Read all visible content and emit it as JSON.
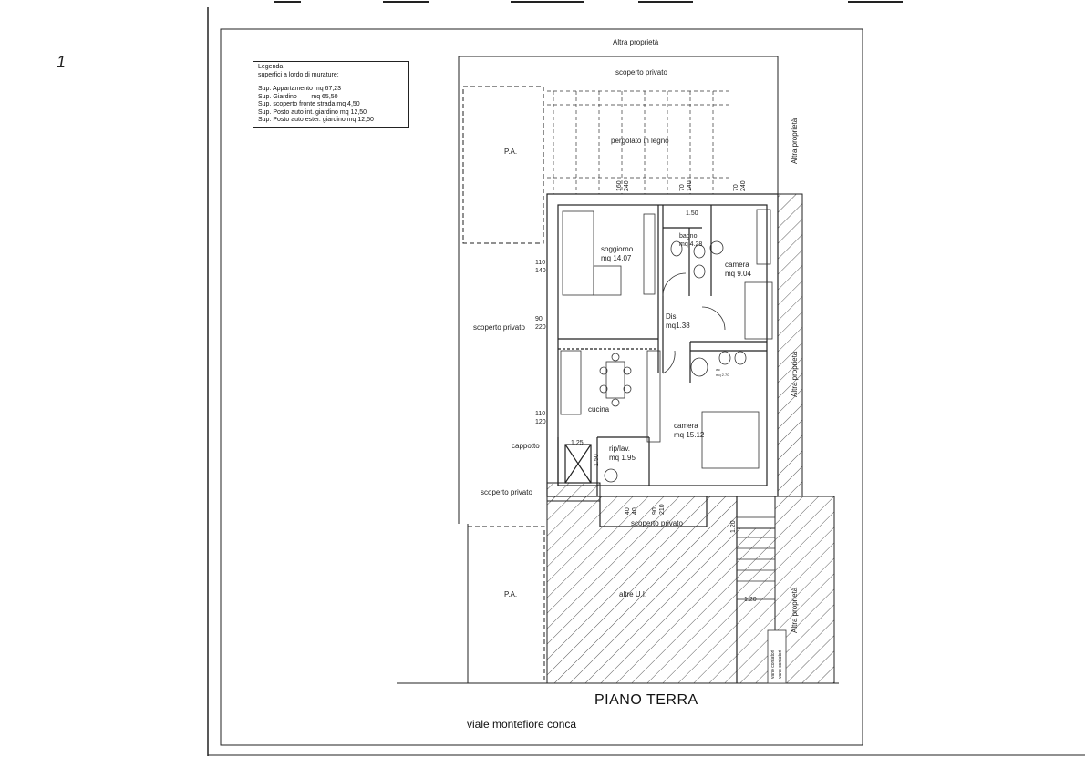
{
  "legend": {
    "title": "Legenda",
    "subtitle": "superfici a lordo di murature:",
    "items": [
      "Sup. Appartamento mq 67,23",
      "Sup. Giardino        mq 65,50",
      "Sup. scoperto fronte strada mq 4,50",
      "Sup. Posto auto int. giardino mq 12,50",
      "Sup. Posto auto ester. giardino mq 12,50"
    ]
  },
  "labels": {
    "altra_top": "Altra proprietà",
    "altra_right1": "Altra proprietà",
    "altra_right2": "Altra proprietà",
    "altra_right3": "Altra proprietà",
    "scoperto_top": "scoperto privato",
    "pergolato": "pergolato in legno",
    "pa_top": "P.A.",
    "pa_bottom": "P.A.",
    "scoperto_left": "scoperto privato",
    "scoperto_left2": "scoperto privato",
    "scoperto_bottom": "scoperto privato",
    "cappotto": "cappotto",
    "altre_ui": "altre U.I.",
    "vano1": "vano contatori",
    "vano2": "vano contatori"
  },
  "rooms": {
    "soggiorno": [
      "soggiorno",
      "mq 14.07"
    ],
    "bagno": [
      "bagno",
      "mq 4.28"
    ],
    "camera1": [
      "camera",
      "mq 9.04"
    ],
    "dis": [
      "Dis.",
      "mq1.38"
    ],
    "wc": [
      "wc",
      "mq 2.70"
    ],
    "cucina": [
      "cucina"
    ],
    "camera2": [
      "camera",
      "mq 15.12"
    ],
    "rip": [
      "rip/lav.",
      "mq 1.95"
    ]
  },
  "dimensions": {
    "d1": [
      "160",
      "240"
    ],
    "d2": [
      "70",
      "140"
    ],
    "d3": [
      "70",
      "240"
    ],
    "d4": [
      "110",
      "140"
    ],
    "d5": [
      "90",
      "220"
    ],
    "d6": [
      "110",
      "120"
    ],
    "d7": [
      "40",
      "40"
    ],
    "d8": [
      "90",
      "210"
    ],
    "w150": "1.50",
    "w125": "1.25",
    "h150": "1.50",
    "s120a": "1.20",
    "s120b": "1.20"
  },
  "title": "PIANO TERRA",
  "street": "viale montefiore conca",
  "page_mark": "1"
}
